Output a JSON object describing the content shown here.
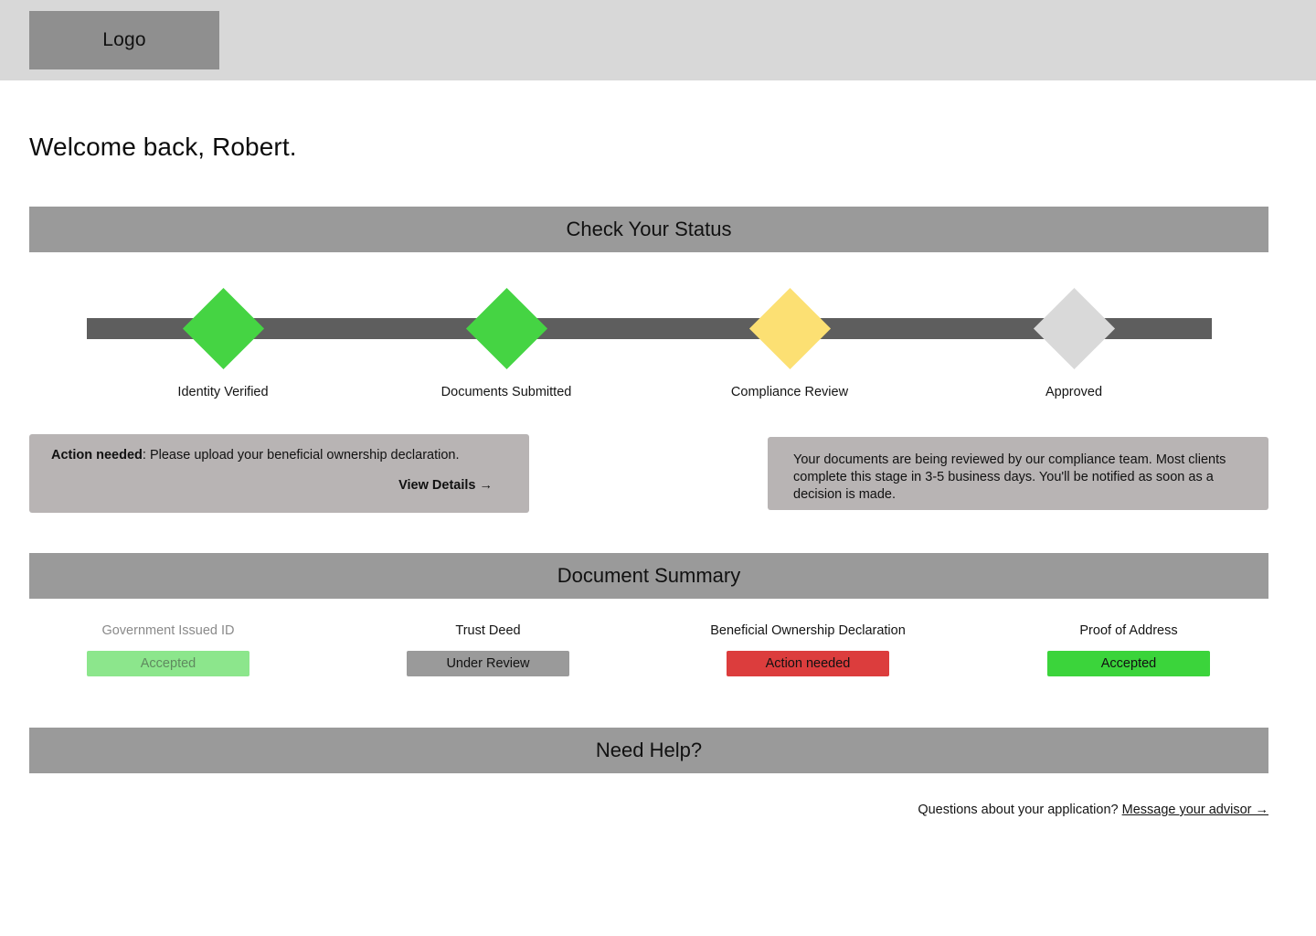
{
  "topnav": {
    "logo_label": "Logo",
    "logo_bg": "#8f8f8f",
    "bg": "#d8d8d8"
  },
  "greeting": "Welcome back, Robert.",
  "sections": {
    "status": {
      "title": "Check Your Status"
    },
    "documents": {
      "title": "Document Summary"
    },
    "help": {
      "title": "Need Help?"
    }
  },
  "progress": {
    "rail_color": "#5e5e5e",
    "steps": [
      {
        "label": "Identity Verified",
        "state": "complete",
        "color": "#45d443"
      },
      {
        "label": "Documents Submitted",
        "state": "complete",
        "color": "#45d443"
      },
      {
        "label": "Compliance Review",
        "state": "current",
        "color": "#fce073"
      },
      {
        "label": "Approved",
        "state": "pending",
        "color": "#d9d9d9"
      }
    ]
  },
  "alerts": {
    "action": {
      "strong": "Action needed",
      "body": ": Please upload your beneficial ownership declaration.",
      "link_label": "View Details →",
      "bg": "#b8b4b4"
    },
    "info": {
      "body": "Your documents are being reviewed by our compliance team. Most clients complete this stage in 3-5 business days. You'll be notified as soon as a decision is made.",
      "bg": "#b8b4b4"
    }
  },
  "documents": [
    {
      "label": "Government Issued ID",
      "status": "Accepted",
      "badge_color": "#8ce68c",
      "muted": true
    },
    {
      "label": "Trust Deed",
      "status": "Under Review",
      "badge_color": "#9a9a9a",
      "muted": false
    },
    {
      "label": "Beneficial Ownership Declaration",
      "status": "Action needed",
      "badge_color": "#dc3d3d",
      "muted": false
    },
    {
      "label": "Proof of Address",
      "status": "Accepted",
      "badge_color": "#3bd43b",
      "muted": false
    }
  ],
  "help": {
    "question": "Questions about your application?",
    "link_label": "Message your advisor →"
  }
}
